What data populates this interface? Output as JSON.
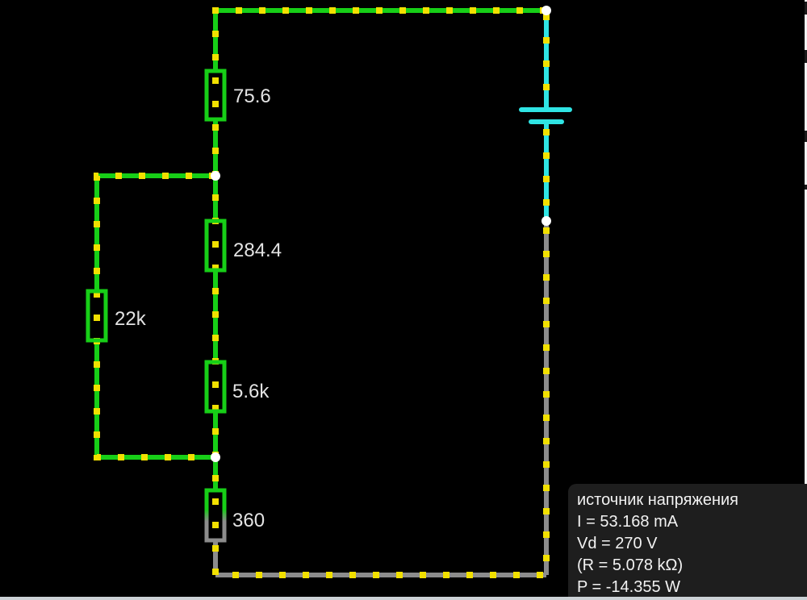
{
  "app": {
    "name": "circuit-simulator-canvas"
  },
  "colors": {
    "background": "#000000",
    "wire_positive": "#17cf17",
    "wire_ground": "#8c8c8c",
    "wire_source": "#2fe4e4",
    "current_dot": "#f2e000",
    "node": "#ffffff",
    "label": "#e3e3e3",
    "panel_bg": "#1e1e1e",
    "panel_text": "#f2f2f2"
  },
  "circuit": {
    "resistors": [
      {
        "id": "r1",
        "label": "75.6"
      },
      {
        "id": "r2",
        "label": "284.4"
      },
      {
        "id": "r3",
        "label": "22k"
      },
      {
        "id": "r4",
        "label": "5.6k"
      },
      {
        "id": "r5",
        "label": "360"
      }
    ],
    "source": {
      "type": "voltage-source"
    }
  },
  "info_panel": {
    "title": "источник напряжения",
    "current": "I = 53.168 mA",
    "voltage": "Vd = 270 V",
    "resistance": "(R = 5.078 kΩ)",
    "power": "P = -14.355 W"
  }
}
